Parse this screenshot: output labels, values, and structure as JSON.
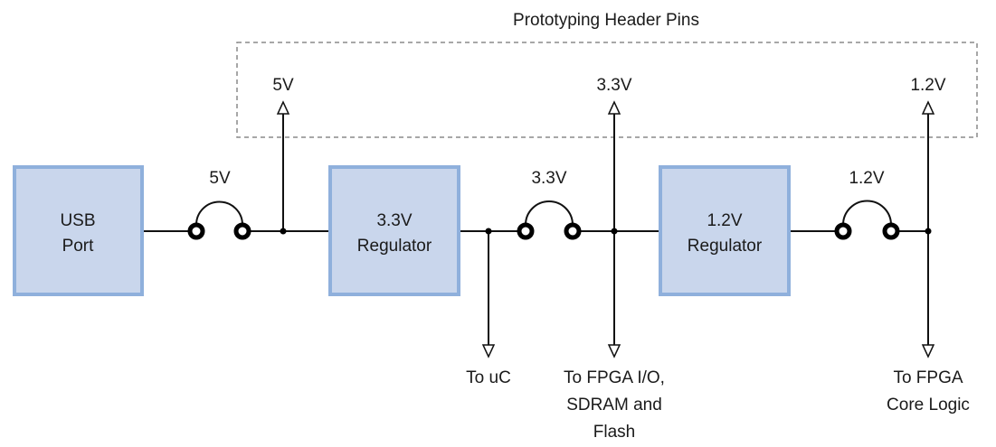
{
  "header": {
    "title": "Prototyping Header Pins",
    "pins": [
      "5V",
      "3.3V",
      "1.2V"
    ]
  },
  "blocks": {
    "usb": [
      "USB",
      "Port"
    ],
    "reg33": [
      "3.3V",
      "Regulator"
    ],
    "reg12": [
      "1.2V",
      "Regulator"
    ]
  },
  "jumpers": [
    "5V",
    "3.3V",
    "1.2V"
  ],
  "outputs": {
    "uc": [
      "To uC"
    ],
    "fpga_io": [
      "To FPGA I/O,",
      "SDRAM and",
      "Flash"
    ],
    "fpga_core": [
      "To FPGA",
      "Core Logic"
    ]
  }
}
